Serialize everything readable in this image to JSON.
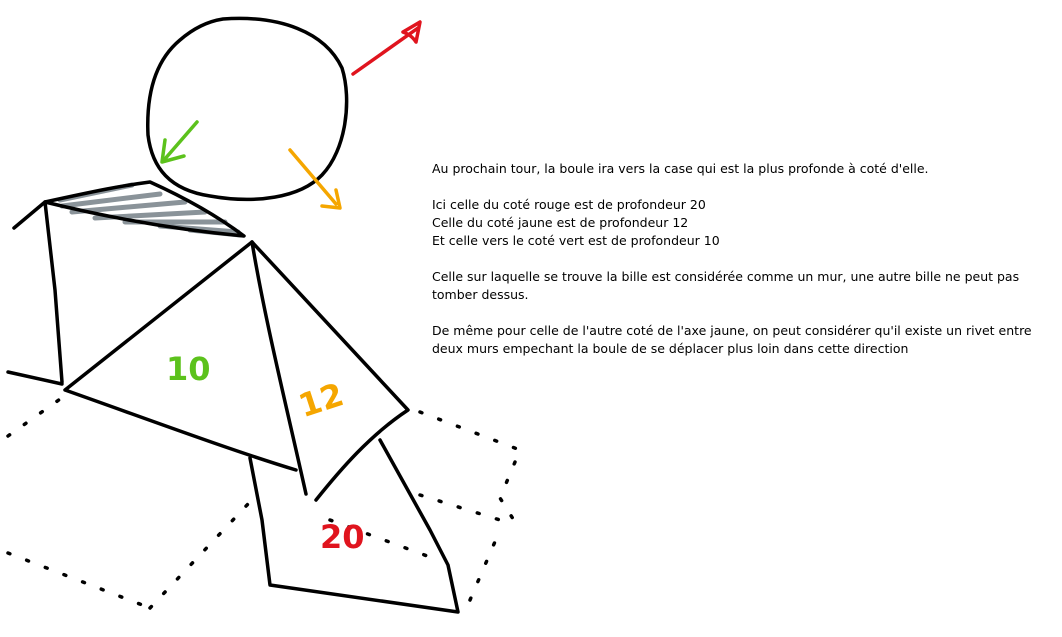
{
  "colors": {
    "outline": "#000000",
    "red": "#e0141e",
    "yellow": "#f5a600",
    "green": "#5cc21c",
    "shade": "#8a9399"
  },
  "depth_labels": {
    "green": "10",
    "yellow": "12",
    "red": "20"
  },
  "text": {
    "p1": "Au prochain tour, la boule ira vers la case qui est la plus profonde à coté d'elle.",
    "p2_l1": "Ici celle du coté rouge est de profondeur 20",
    "p2_l2": "Celle du coté jaune est de profondeur 12",
    "p2_l3": "Et celle vers le coté vert est de profondeur 10",
    "p3": "Celle sur laquelle se trouve la bille est considérée comme un mur, une autre bille ne peut pas tomber dessus.",
    "p4": "De même pour celle de l'autre coté de l'axe jaune, on peut considérer qu'il existe un rivet entre deux murs empechant la boule de se déplacer plus loin dans cette direction"
  }
}
